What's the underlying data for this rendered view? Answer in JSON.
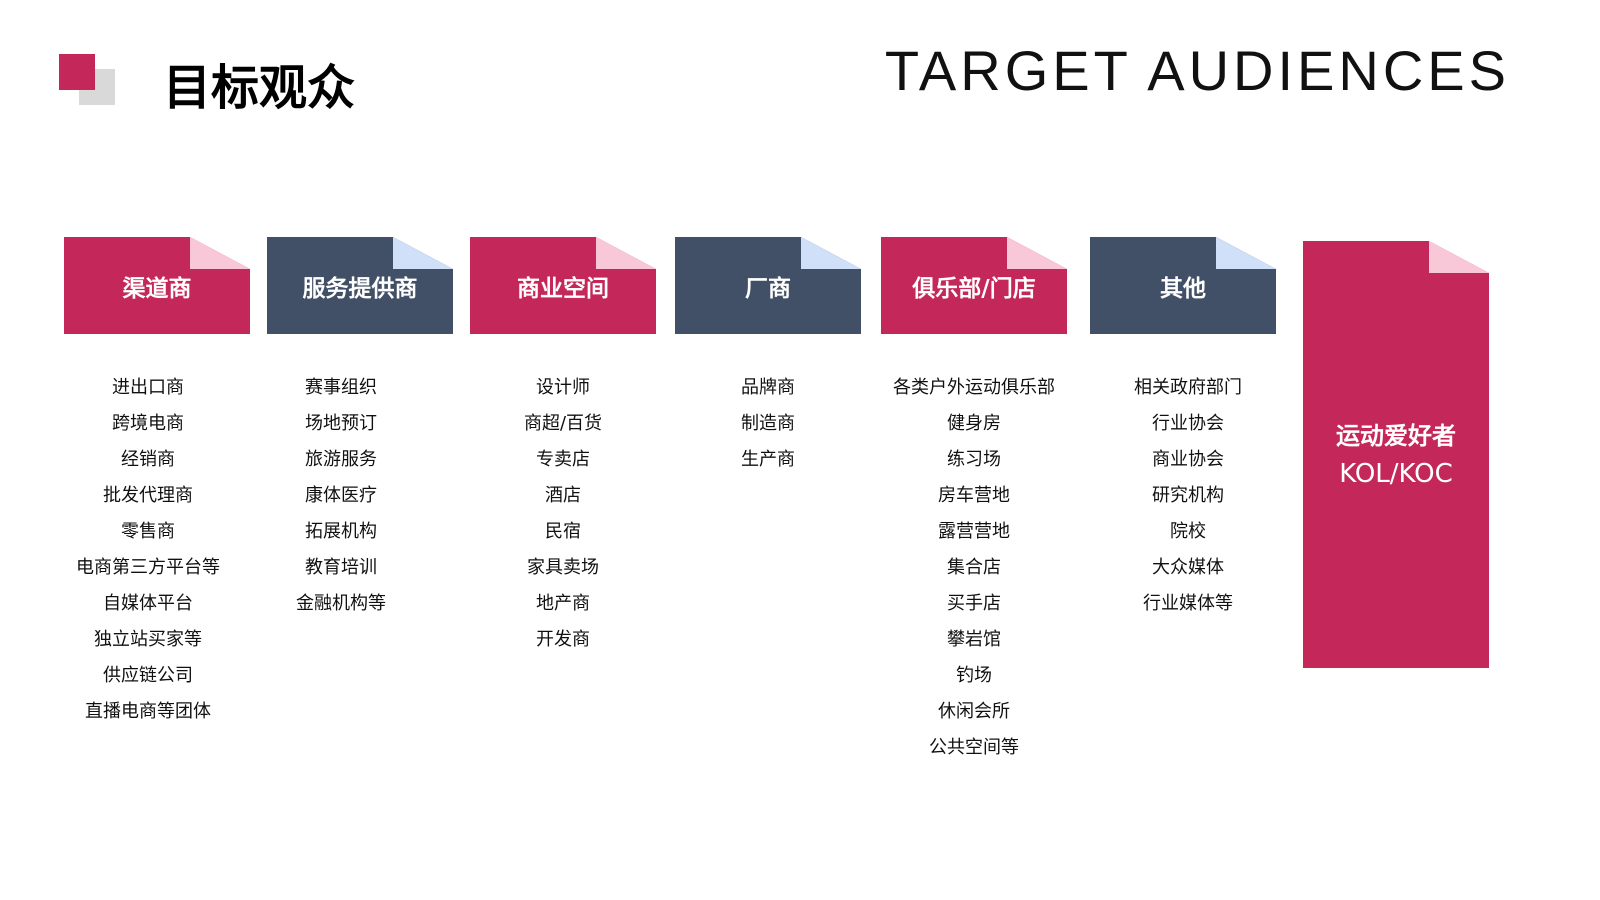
{
  "title": "目标观众",
  "subtitle_en": "TARGET AUDIENCES",
  "colors": {
    "accent": "#c4285a",
    "dark": "#415066",
    "pink_fold": "#f9c8d8",
    "blue_fold": "#cfe0f8"
  },
  "columns": [
    {
      "label": "渠道商",
      "items": [
        "进出口商",
        "跨境电商",
        "经销商",
        "批发代理商",
        "零售商",
        "电商第三方平台等",
        "自媒体平台",
        "独立站买家等",
        "供应链公司",
        "直播电商等团体"
      ]
    },
    {
      "label": "服务提供商",
      "items": [
        "赛事组织",
        "场地预订",
        "旅游服务",
        "康体医疗",
        "拓展机构",
        "教育培训",
        "金融机构等"
      ]
    },
    {
      "label": "商业空间",
      "items": [
        "设计师",
        "商超/百货",
        "专卖店",
        "酒店",
        "民宿",
        "家具卖场",
        "地产商",
        "开发商"
      ]
    },
    {
      "label": "厂商",
      "items": [
        "品牌商",
        "制造商",
        "生产商"
      ]
    },
    {
      "label": "俱乐部/门店",
      "items": [
        "各类户外运动俱乐部",
        "健身房",
        "练习场",
        "房车营地",
        "露营营地",
        "集合店",
        "买手店",
        "攀岩馆",
        "钓场",
        "休闲会所",
        "公共空间等"
      ]
    },
    {
      "label": "其他",
      "items": [
        "相关政府部门",
        "行业协会",
        "商业协会",
        "研究机构",
        "院校",
        "大众媒体",
        "行业媒体等"
      ]
    }
  ],
  "highlight": {
    "line1": "运动爱好者",
    "line2": "KOL/KOC"
  }
}
